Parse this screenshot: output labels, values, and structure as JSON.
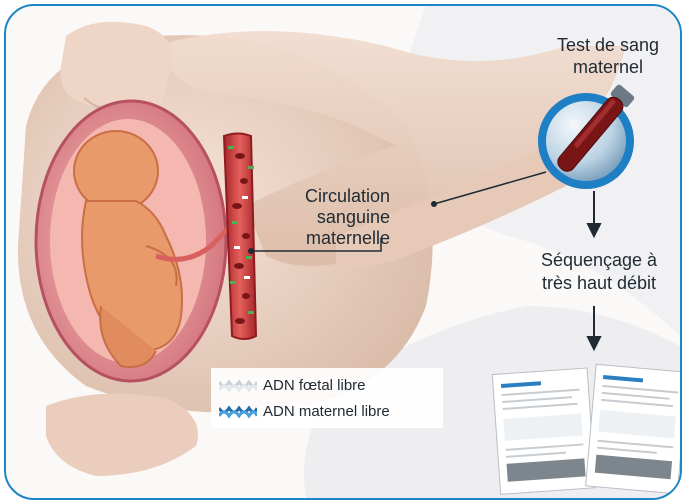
{
  "labels": {
    "blood_test": [
      "Test de sang",
      "maternel"
    ],
    "circulation": [
      "Circulation",
      "sanguine",
      "maternelle"
    ],
    "sequencing": [
      "Séquençage à",
      "très haut débit"
    ]
  },
  "legend": {
    "items": [
      {
        "label": "ADN fœtal libre",
        "color": "#d8dde2"
      },
      {
        "label": "ADN maternel libre",
        "color": "#2a7fc0"
      }
    ]
  },
  "colors": {
    "frame": "#1b85c6",
    "vessel": "#c0392b",
    "fetus": "#e89a6b",
    "report_accent": "#2a7fc0"
  }
}
